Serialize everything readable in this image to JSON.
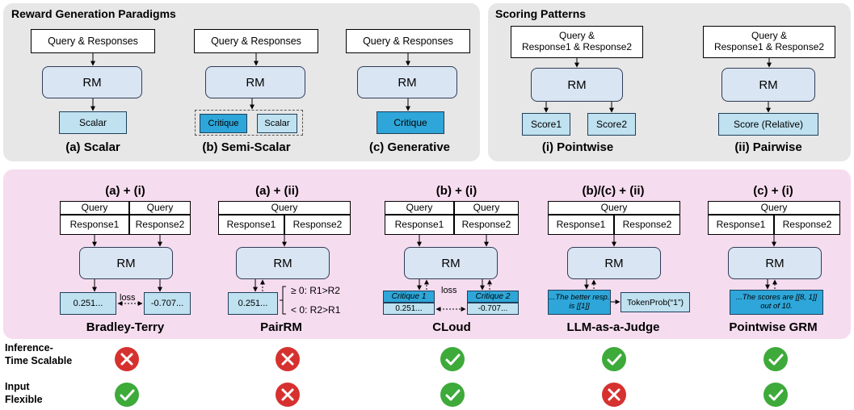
{
  "top_left": {
    "title": "Reward Generation Paradigms",
    "input": "Query & Responses",
    "rm": "RM",
    "scalar": {
      "out": "Scalar",
      "caption": "(a) Scalar"
    },
    "semi": {
      "out1": "Critique",
      "out2": "Scalar",
      "caption": "(b) Semi-Scalar"
    },
    "gen": {
      "out": "Critique",
      "caption": "(c) Generative"
    }
  },
  "top_right": {
    "title": "Scoring Patterns",
    "input": "Query &\nResponse1 & Response2",
    "rm": "RM",
    "pointwise": {
      "out1": "Score1",
      "out2": "Score2",
      "caption": "(i) Pointwise"
    },
    "pairwise": {
      "out": "Score (Relative)",
      "caption": "(ii) Pairwise"
    }
  },
  "methods": [
    {
      "header": "(a) + (i)",
      "query": "Query",
      "r1": "Response1",
      "r2": "Response2",
      "rm": "RM",
      "o1": "0.251...",
      "o2": "-0.707...",
      "loss": "loss",
      "name": "Bradley-Terry"
    },
    {
      "header": "(a) + (ii)",
      "query": "Query",
      "r1": "Response1",
      "r2": "Response2",
      "rm": "RM",
      "o1": "0.251...",
      "rule1": "≥ 0: R1>R2",
      "rule2": "< 0: R2>R1",
      "name": "PairRM"
    },
    {
      "header": "(b) + (i)",
      "query": "Query",
      "r1": "Response1",
      "r2": "Response2",
      "rm": "RM",
      "c1": "Critique 1",
      "c2": "Critique 2",
      "o1": "0.251...",
      "o2": "-0.707...",
      "loss": "loss",
      "name": "CLoud"
    },
    {
      "header": "(b)/(c) + (ii)",
      "query": "Query",
      "r1": "Response1",
      "r2": "Response2",
      "rm": "RM",
      "crit": "...The better resp. is [[1]]",
      "tok": "TokenProb(“1”)",
      "name": "LLM-as-a-Judge"
    },
    {
      "header": "(c) + (i)",
      "query": "Query",
      "r1": "Response1",
      "r2": "Response2",
      "rm": "RM",
      "crit": "...The scores are [[8, 1]] out of 10.",
      "name": "Pointwise GRM"
    }
  ],
  "rows": [
    {
      "label": "Inference-\nTime Scalable",
      "values": [
        false,
        false,
        true,
        true,
        true
      ]
    },
    {
      "label": "Input\nFlexible",
      "values": [
        true,
        false,
        true,
        false,
        true
      ]
    }
  ],
  "colors": {
    "check": "#3daa3a",
    "cross": "#d6312f"
  },
  "icons": {
    "yes": "check-circle-icon",
    "no": "cross-circle-icon"
  }
}
